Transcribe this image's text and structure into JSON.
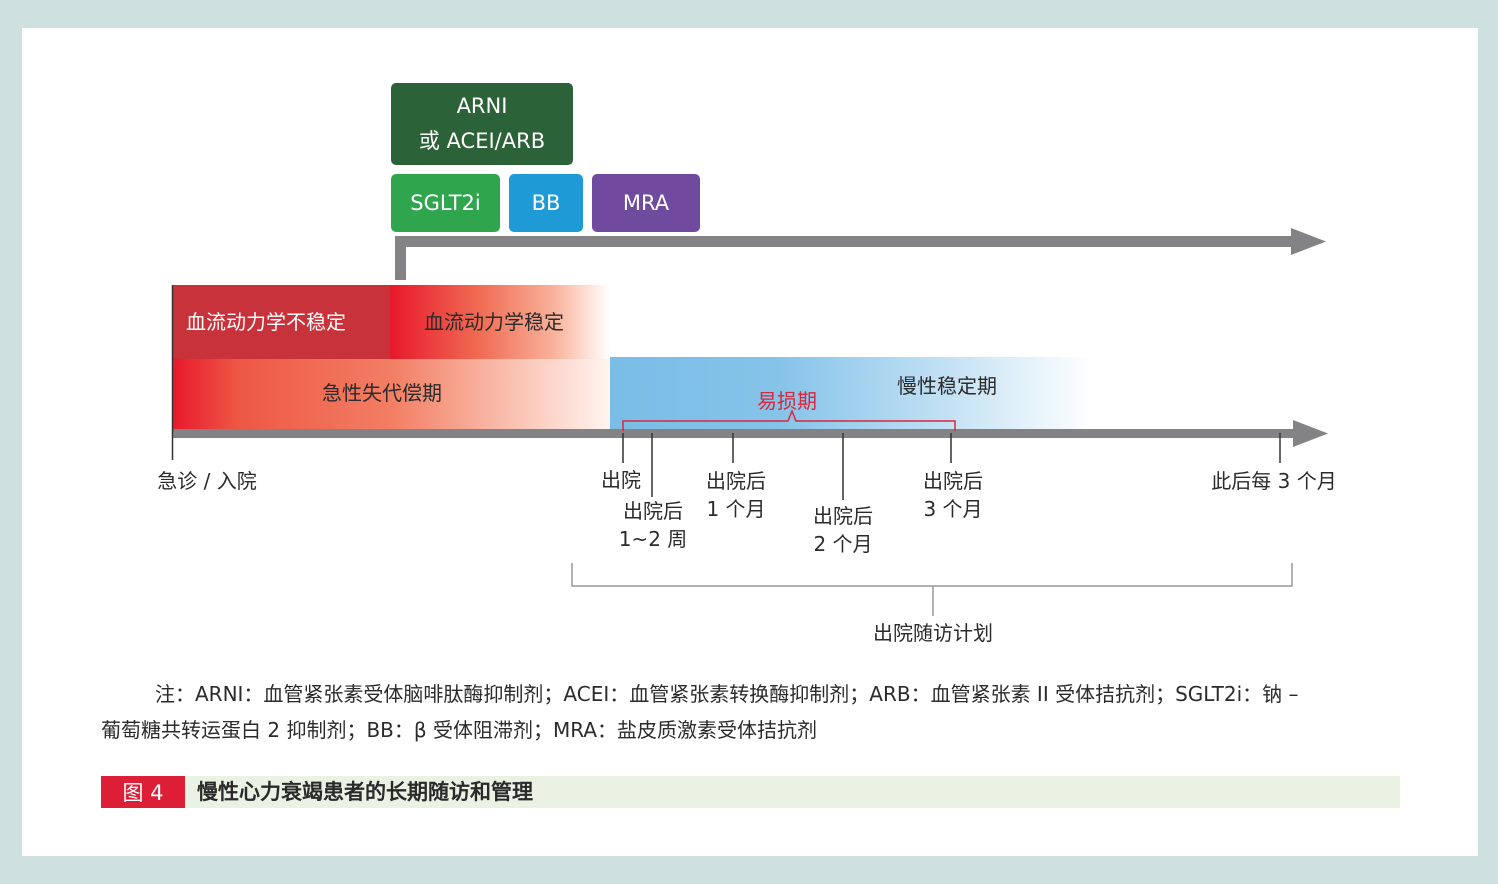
{
  "drugs": {
    "arni_line1": "ARNI",
    "arni_line2": "或 ACEI/ARB",
    "sglt2i": "SGLT2i",
    "bb": "BB",
    "mra": "MRA"
  },
  "phases": {
    "hemo_unstable": "血流动力学不稳定",
    "hemo_stable": "血流动力学稳定",
    "acute": "急性失代偿期",
    "vulnerable": "易损期",
    "chronic_stable": "慢性稳定期"
  },
  "timeline": {
    "er_admission": "急诊 / 入院",
    "discharge": "出院",
    "after_1_2_weeks_l1": "出院后",
    "after_1_2_weeks_l2": "1~2 周",
    "after_1_month_l1": "出院后",
    "after_1_month_l2": "1 个月",
    "after_2_months_l1": "出院后",
    "after_2_months_l2": "2 个月",
    "after_3_months_l1": "出院后",
    "after_3_months_l2": "3 个月",
    "every_3_months": "此后每 3 个月",
    "followup_plan": "出院随访计划"
  },
  "note": {
    "line1": "注：ARNI：血管紧张素受体脑啡肽酶抑制剂；ACEI：血管紧张素转换酶抑制剂；ARB：血管紧张素 II 受体拮抗剂；SGLT2i：钠 –",
    "line2": "葡萄糖共转运蛋白 2 抑制剂；BB：β 受体阻滞剂；MRA：盐皮质激素受体拮抗剂"
  },
  "figure": {
    "number": "图 4",
    "title": "慢性心力衰竭患者的长期随访和管理"
  },
  "colors": {
    "arni": "#2c6238",
    "sglt2i": "#2fa64e",
    "bb": "#1e9bd7",
    "mra": "#6f4a9f",
    "arrow": "#838385",
    "unstable": "#c8323a",
    "red_gradient": "#e8182c",
    "blue_gradient": "#79bde6",
    "vulnerable": "#d7283c",
    "figure_red": "#dc1f37"
  }
}
